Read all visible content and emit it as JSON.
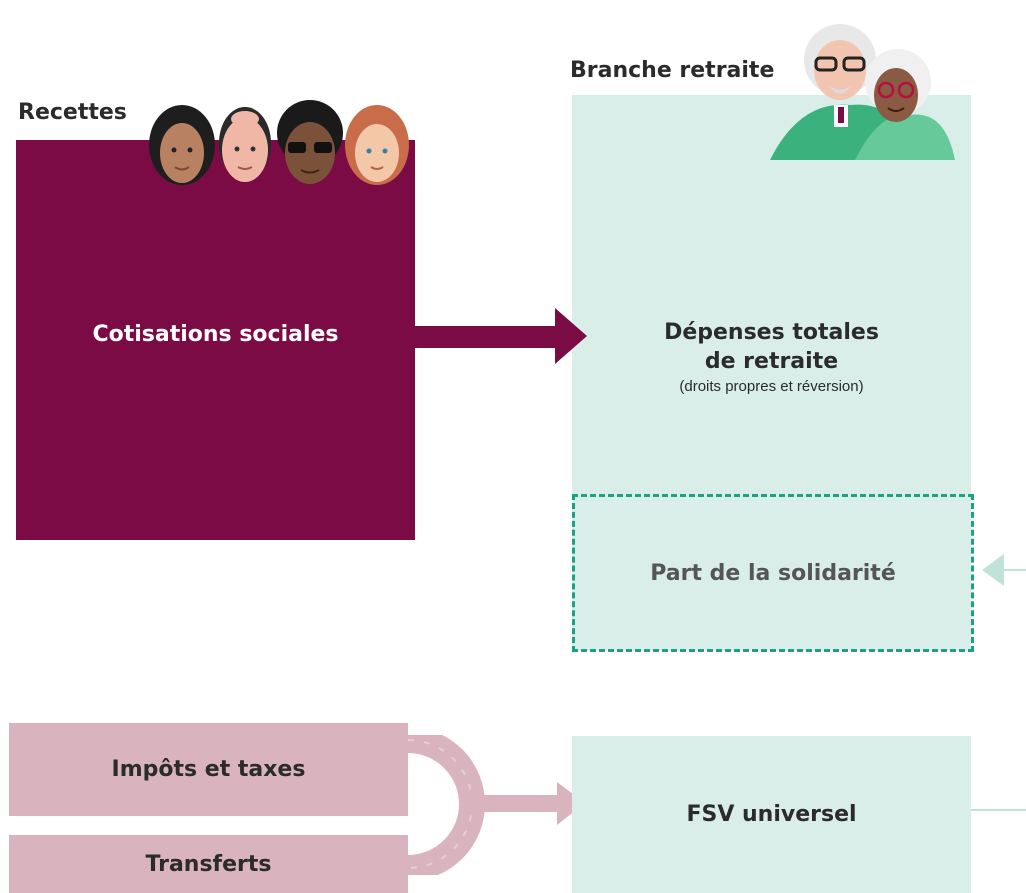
{
  "recettes": {
    "heading": "Recettes",
    "box_label": "Cotisations sociales",
    "color": "#7a0b45"
  },
  "branche": {
    "heading": "Branche retraite",
    "box_color": "#daeee9",
    "depenses_title_line1": "Dépenses totales",
    "depenses_title_line2": "de retraite",
    "depenses_subtitle": "(droits propres et réversion)",
    "solidarite_label": "Part de la solidarité",
    "dash_color": "#1aa383"
  },
  "sources": {
    "color": "#d9b4bf",
    "items": [
      {
        "label": "Impôts et taxes"
      },
      {
        "label": "Transferts"
      }
    ]
  },
  "fsv": {
    "label": "FSV universel"
  },
  "colors": {
    "text_dark": "#2b2b2b",
    "text_muted": "#555555",
    "arrow_maroon": "#7a0b45",
    "arrow_pink": "#d9b4bf",
    "arrow_mint": "#bfe3d8"
  },
  "icons": {
    "workers": [
      "person-face-icon",
      "person-face-icon",
      "person-face-icon",
      "person-face-icon"
    ],
    "retirees": "elderly-couple-icon"
  }
}
